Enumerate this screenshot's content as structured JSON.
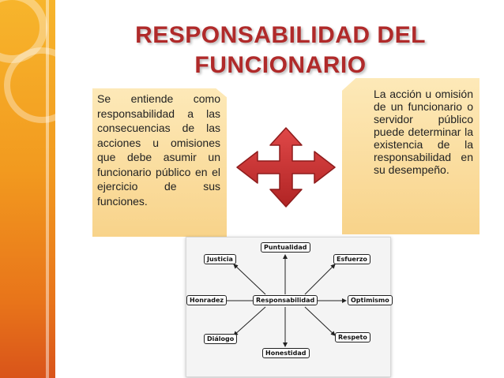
{
  "title": {
    "line1": "RESPONSABILIDAD DEL",
    "line2": "FUNCIONARIO"
  },
  "left_note": {
    "text": "Se entiende como responsabilidad a las consecuencias de las acciones u omisiones que debe asumir un funcionario público en el ejercicio de sus funciones."
  },
  "right_note": {
    "text": "La acción u omisión de un funcionario o servidor público puede determinar la existencia de la responsabilidad en su desempeño."
  },
  "diagram": {
    "center": "Responsabilidad",
    "nodes": {
      "top": "Puntualidad",
      "top_left": "Justicia",
      "top_right": "Esfuerzo",
      "left": "Honradez",
      "right": "Optimismo",
      "bottom_left": "Diálogo",
      "bottom_right": "Respeto",
      "bottom": "Honestidad"
    }
  },
  "icons": {
    "arrow": "four-way-arrow-icon"
  },
  "colors": {
    "title": "#b02a2a",
    "arrow": "#c62f2f",
    "note": "#f8d38a",
    "sidebar": "#f29a1f"
  }
}
